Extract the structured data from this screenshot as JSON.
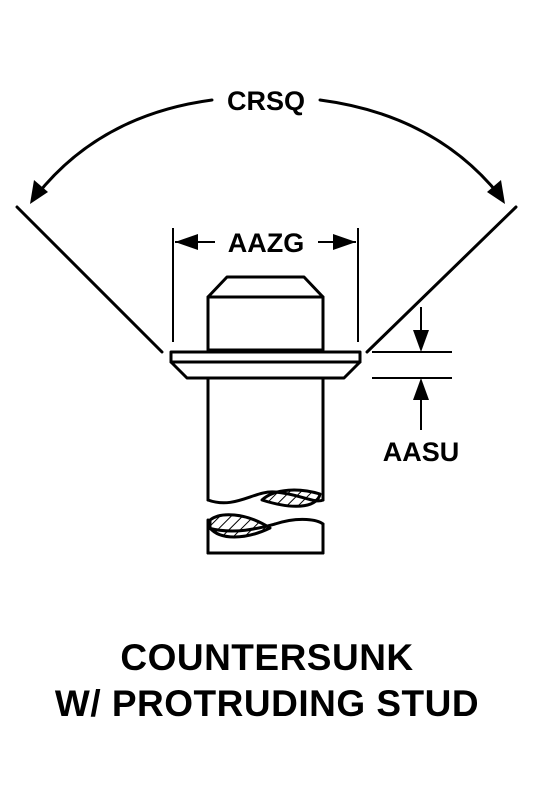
{
  "labels": {
    "angle": "CRSQ",
    "width": "AAZG",
    "height": "AASU"
  },
  "caption": {
    "line1": "COUNTERSUNK",
    "line2": "W/ PROTRUDING STUD"
  }
}
